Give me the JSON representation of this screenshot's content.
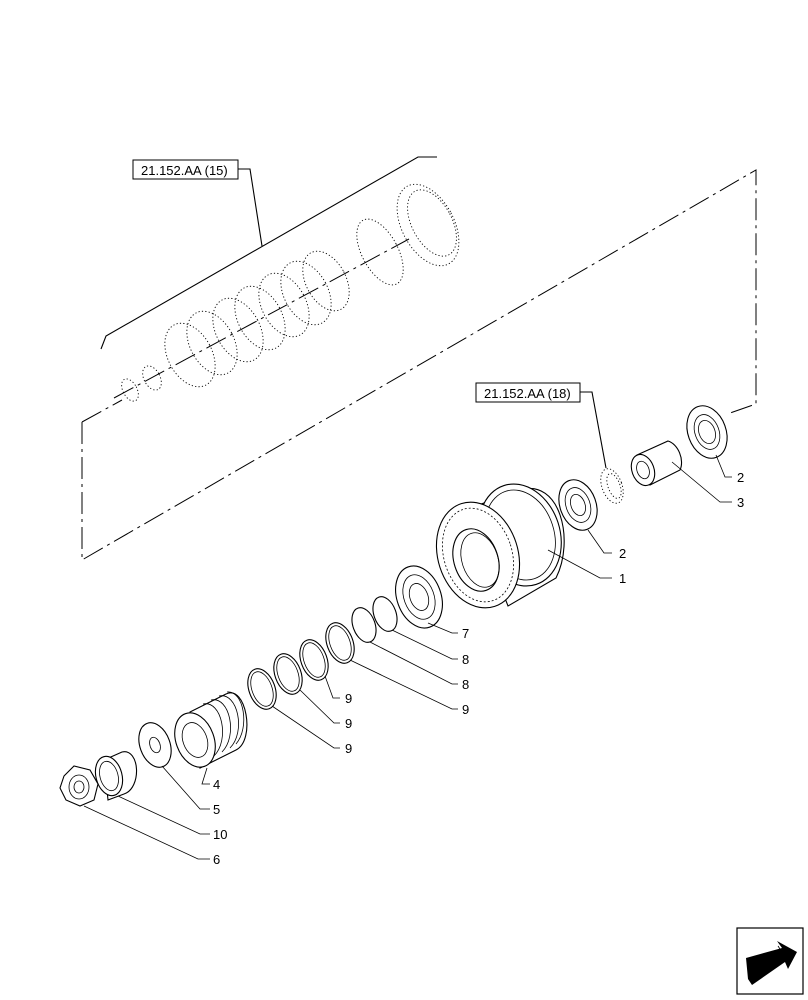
{
  "references": {
    "clutch_pack": "21.152.AA (15)",
    "ring": "21.152.AA (18)"
  },
  "callouts": {
    "c1": "1",
    "c2a": "2",
    "c2b": "2",
    "c3": "3",
    "c4": "4",
    "c5": "5",
    "c6": "6",
    "c7": "7",
    "c8a": "8",
    "c8b": "8",
    "c9a": "9",
    "c9b": "9",
    "c9c": "9",
    "c9d": "9",
    "c10": "10"
  },
  "nav_icon": "arrow-nav-icon"
}
